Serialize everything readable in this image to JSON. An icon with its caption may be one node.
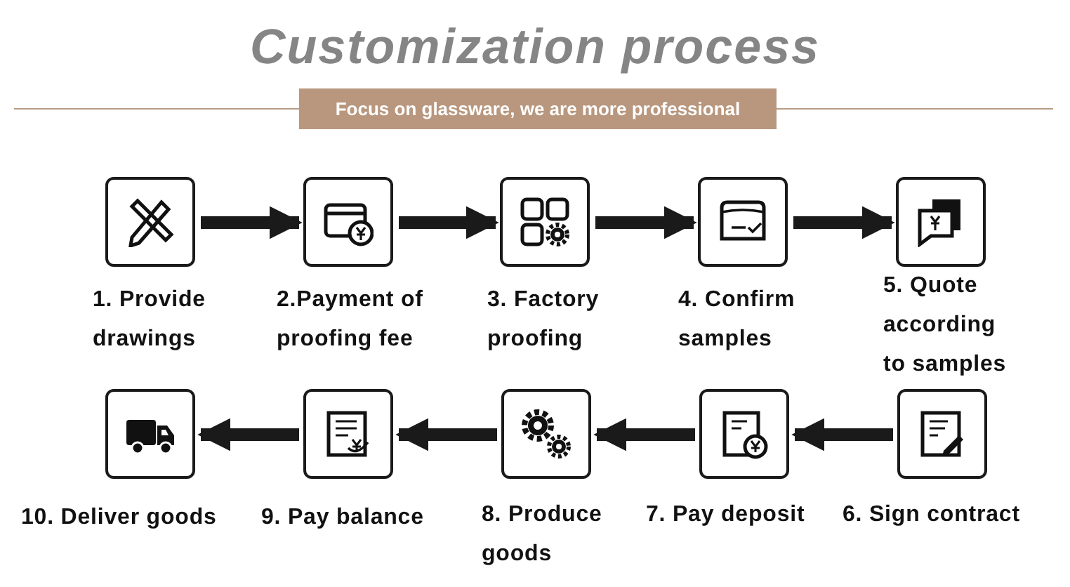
{
  "diagram": {
    "title": "Customization process",
    "nodes": [
      {
        "text": [
          "Focus on glassware, we are more professional"
        ]
      },
      {
        "text": [
          "1. Provide drawings"
        ]
      },
      {
        "text": [
          "2.Payment of proofing fee"
        ]
      },
      {
        "text": [
          "3. Factory proofing"
        ]
      },
      {
        "text": [
          "4. Confirm samples"
        ]
      },
      {
        "text": [
          "5. Quote according to samples"
        ]
      },
      {
        "text": [
          "6. Sign contract"
        ]
      },
      {
        "text": [
          "7. Pay deposit"
        ]
      },
      {
        "text": [
          "8. Produce goods"
        ]
      },
      {
        "text": [
          "9. Pay balance"
        ]
      },
      {
        "text": [
          "10. Deliver goods"
        ]
      }
    ],
    "edges": [
      {
        "from": 1,
        "to": 2,
        "arrow": "to"
      },
      {
        "from": 2,
        "to": 3,
        "arrow": "to"
      },
      {
        "from": 3,
        "to": 4,
        "arrow": "to"
      },
      {
        "from": 4,
        "to": 5,
        "arrow": "to"
      },
      {
        "from": 6,
        "to": 7,
        "arrow": "to"
      },
      {
        "from": 7,
        "to": 8,
        "arrow": "to"
      },
      {
        "from": 8,
        "to": 9,
        "arrow": "to"
      },
      {
        "from": 9,
        "to": 10,
        "arrow": "to"
      }
    ]
  }
}
